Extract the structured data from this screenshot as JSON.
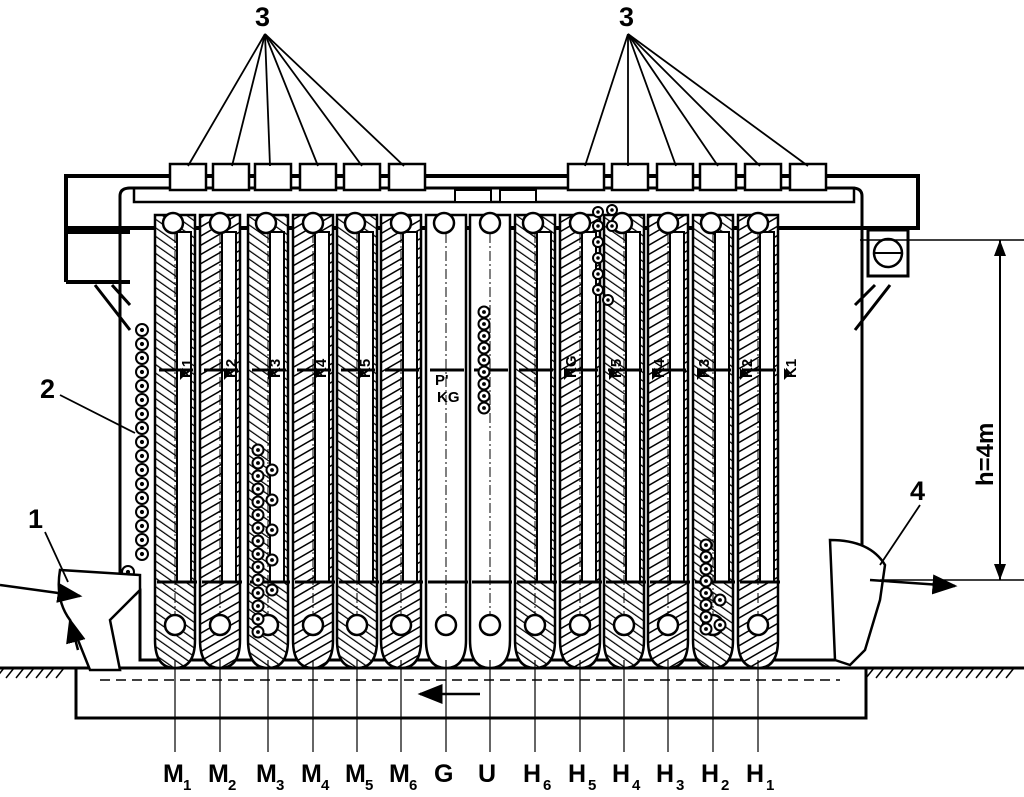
{
  "callouts": {
    "top_left": "3",
    "top_right": "3",
    "n1": "1",
    "n2": "2",
    "n4": "4"
  },
  "height_label": "h=4m",
  "center_label": {
    "main": "P'",
    "sub": "KG"
  },
  "k_labels": [
    "K1",
    "K2",
    "K3",
    "K4",
    "K5",
    "KG",
    "K5",
    "K4",
    "K3",
    "K2",
    "K1"
  ],
  "columns": [
    {
      "main": "M",
      "sub": "1"
    },
    {
      "main": "M",
      "sub": "2"
    },
    {
      "main": "M",
      "sub": "3"
    },
    {
      "main": "M",
      "sub": "4"
    },
    {
      "main": "M",
      "sub": "5"
    },
    {
      "main": "M",
      "sub": "6"
    },
    {
      "main": "G",
      "sub": ""
    },
    {
      "main": "U",
      "sub": ""
    },
    {
      "main": "H",
      "sub": "6"
    },
    {
      "main": "H",
      "sub": "5"
    },
    {
      "main": "H",
      "sub": "4"
    },
    {
      "main": "H",
      "sub": "3"
    },
    {
      "main": "H",
      "sub": "2"
    },
    {
      "main": "H",
      "sub": "1"
    }
  ]
}
